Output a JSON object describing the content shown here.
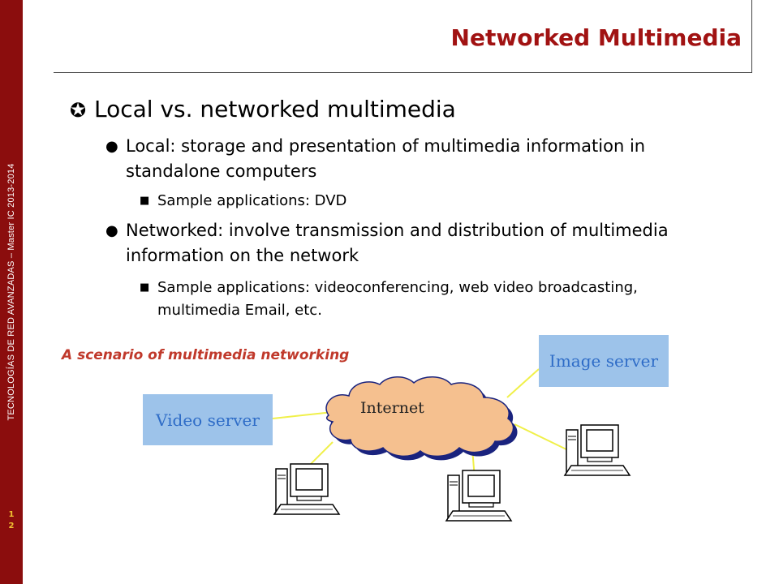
{
  "sidebar": {
    "text": "TECNOLOGÍAS DE RED AVANZADAS – Master IC 2013-2014",
    "page_number_line1": "1",
    "page_number_line2": "2"
  },
  "slide": {
    "title": "Networked Multimedia",
    "bullets": {
      "main_mark": "✪",
      "main": "Local vs. networked multimedia",
      "local_mark": "●",
      "local": "Local: storage and presentation of multimedia information in standalone computers",
      "local_sub_mark": "■",
      "local_sub": "Sample applications: DVD",
      "networked_mark": "●",
      "networked": "Networked: involve transmission and distribution of multimedia information on the network",
      "networked_sub_mark": "■",
      "networked_sub": "Sample applications: videoconferencing, web video broadcasting, multimedia Email, etc."
    }
  },
  "diagram": {
    "caption": "A scenario of multimedia networking",
    "video_server": "Video server",
    "image_server": "Image server",
    "internet": "Internet",
    "colors": {
      "link": "#f0f04a",
      "server_box": "#9dc3ea",
      "server_text": "#2e6cc7",
      "cloud": "#f5c08f",
      "caption": "#c0392b",
      "title": "#a11212",
      "sidebar": "#8b0d0d"
    }
  }
}
